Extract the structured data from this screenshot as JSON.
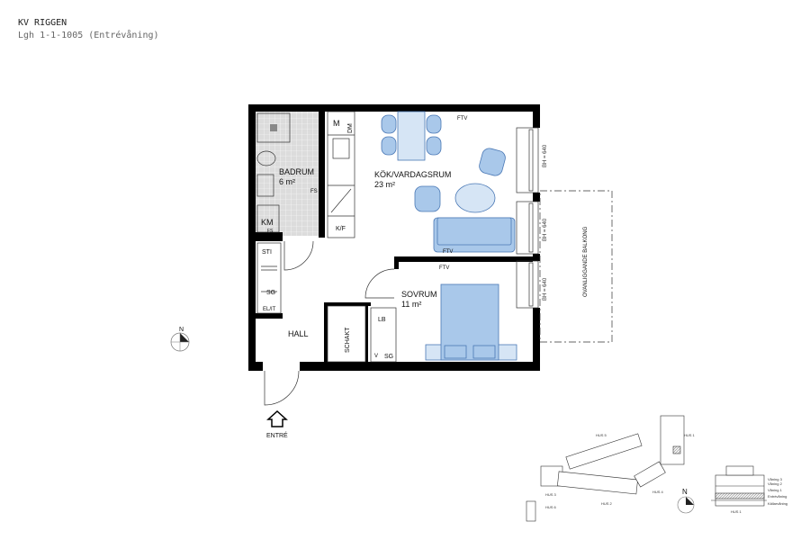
{
  "header": {
    "project": "KV RIGGEN",
    "unit": "Lgh 1-1-1005 (Entrévåning)"
  },
  "rooms": {
    "bathroom": {
      "name": "BADRUM",
      "area": "6 m²"
    },
    "kitchen_living": {
      "name": "KÖK/VARDAGSRUM",
      "area": "23 m²"
    },
    "bedroom": {
      "name": "SOVRUM",
      "area": "11 m²"
    },
    "hall": {
      "name": "HALL"
    },
    "shaft": {
      "name": "SCHAKT"
    }
  },
  "fixtures": {
    "m": "M",
    "dm": "DM",
    "fs": "FS",
    "kf": "K/F",
    "km": "KM",
    "fs2": "FS",
    "sti": "STI",
    "sg": "SG",
    "elit": "EL/IT",
    "lb": "LB",
    "v": "V",
    "sg2": "SG",
    "ftv1": "FTV",
    "ftv2": "FTV",
    "ftv3": "FTV"
  },
  "windows": [
    "BH = 640",
    "BH = 640",
    "BH = 640"
  ],
  "balcony": "OVANLIGGANDE BALKONG",
  "entrance": "ENTRÉ",
  "compass": {
    "north": "N"
  },
  "site_plan": {
    "buildings": [
      "HUS 1",
      "HUS 2",
      "HUS 3",
      "HUS 4",
      "HUS 5",
      "HUS 6"
    ],
    "section_label": "HUS 1",
    "floors": [
      "Våning 3",
      "Våning 2",
      "Våning 1",
      "Entrévåning",
      "Källarvåning"
    ],
    "highlighted_floor": "Entrévåning"
  },
  "colors": {
    "furniture": "#a9c8ea",
    "furniture_outline": "#4a78b5",
    "bath_tile": "#dcdcdc",
    "wall": "#000000"
  }
}
